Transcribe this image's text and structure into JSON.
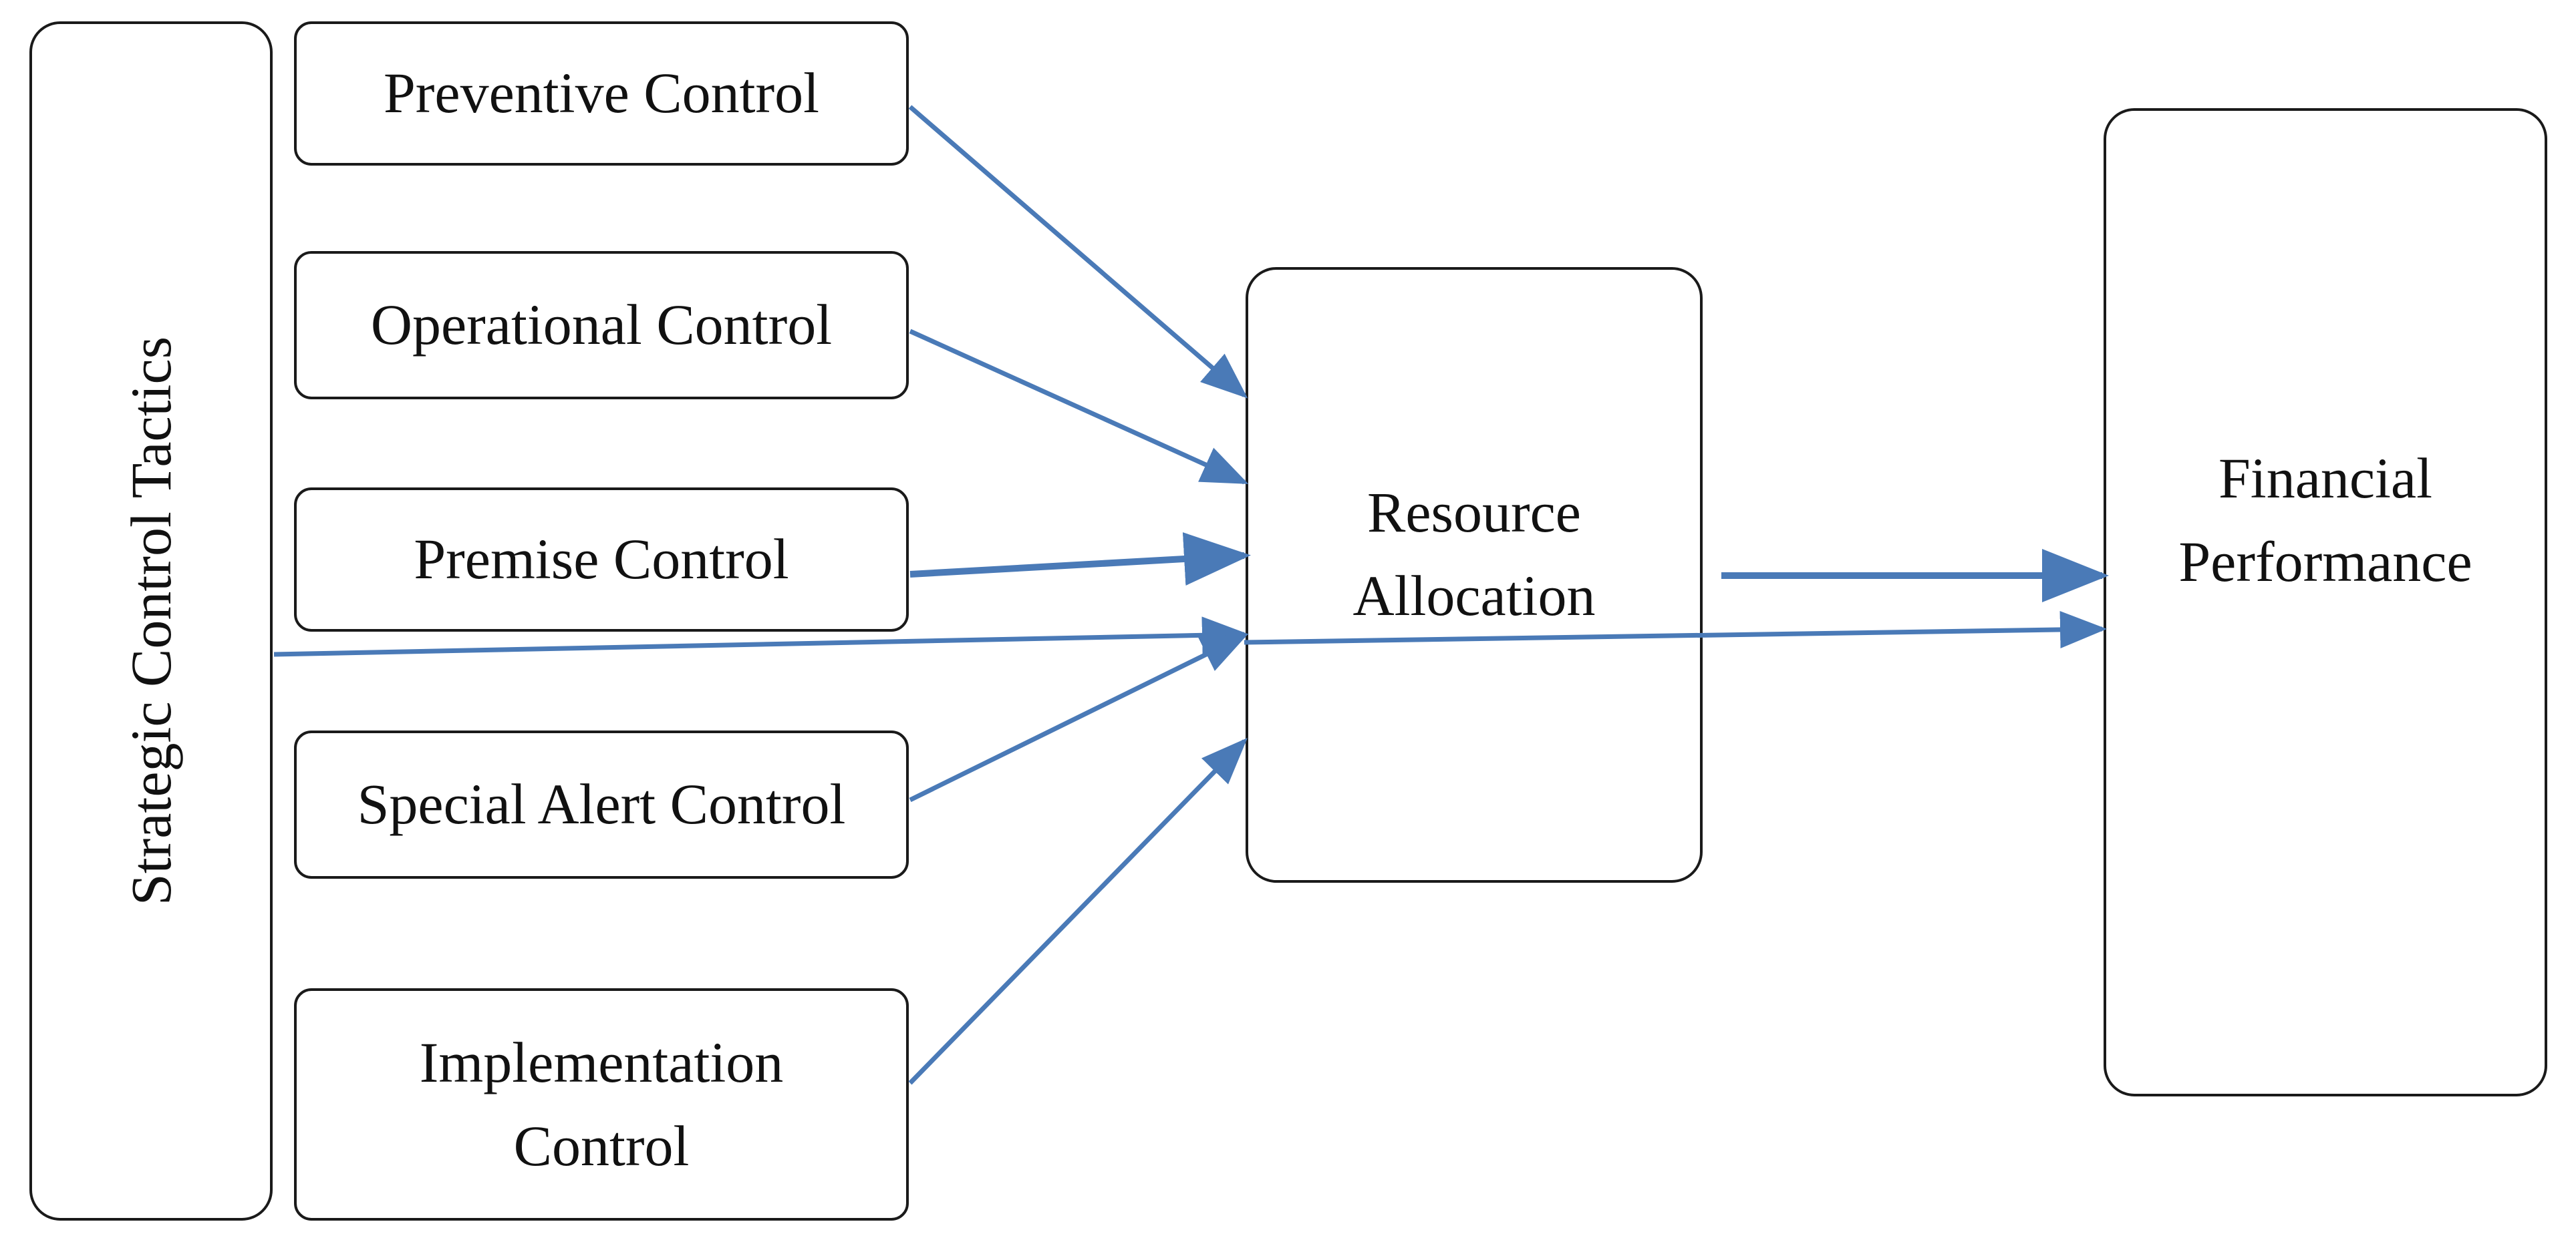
{
  "diagram": {
    "side_label": "Strategic Control Tactics",
    "controls": [
      {
        "label": "Preventive Control"
      },
      {
        "label": "Operational Control"
      },
      {
        "label": "Premise Control"
      },
      {
        "label": "Special Alert Control"
      },
      {
        "label": "Implementation\nControl"
      }
    ],
    "mediator": {
      "label": "Resource\nAllocation"
    },
    "outcome": {
      "label": "Financial\nPerformance"
    },
    "arrow_color": "#4a7ab7",
    "border_color": "#1a1a1a"
  }
}
